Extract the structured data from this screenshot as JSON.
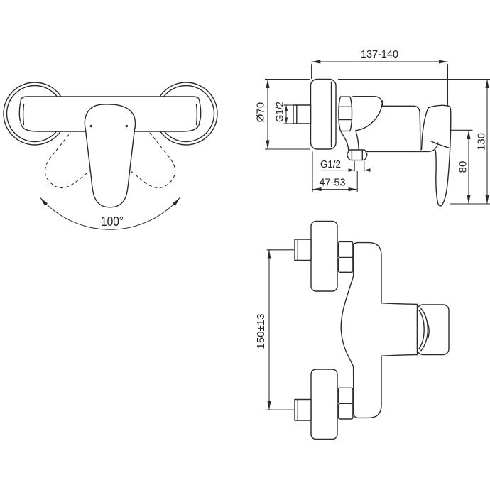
{
  "front_view": {
    "swing_angle_label": "100°"
  },
  "side_view": {
    "width_label": "137-140",
    "flange_diameter_label": "Ø70",
    "inlet_thread_label": "G1/2",
    "outlet_thread_label": "G1/2",
    "outlet_offset_label": "47-53",
    "handle_height_label": "80",
    "total_height_label": "130"
  },
  "top_view": {
    "inlet_spacing_label": "150±13"
  },
  "drawing": {
    "line_color": "#2b2b2b",
    "background_color": "#ffffff"
  }
}
